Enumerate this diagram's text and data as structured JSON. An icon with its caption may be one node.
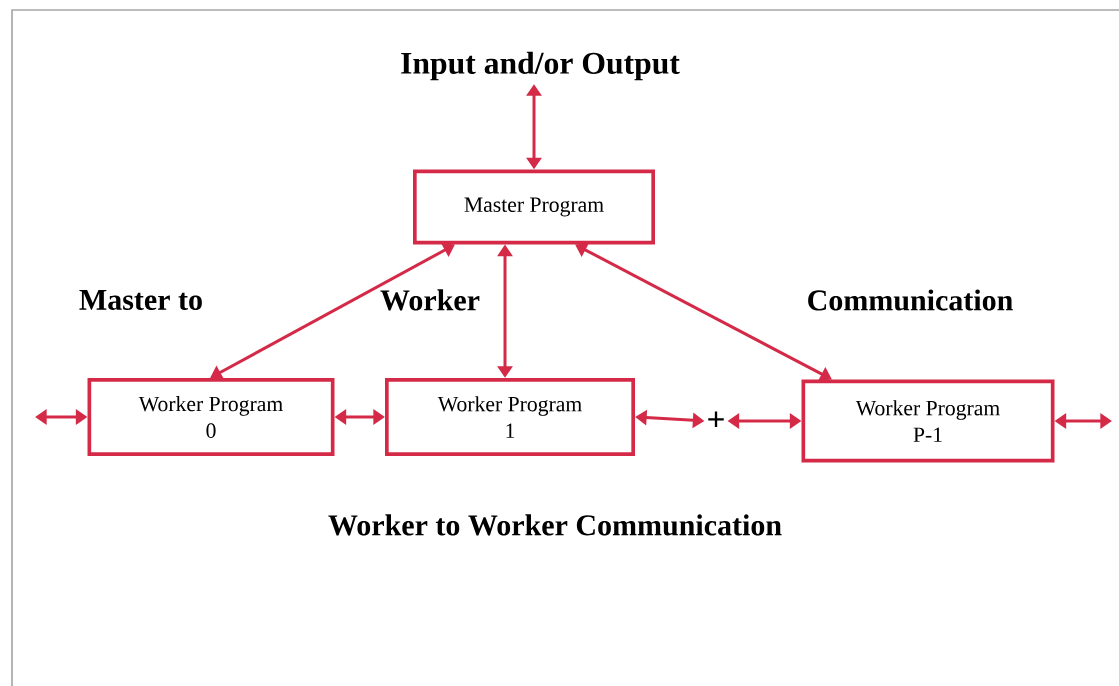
{
  "diagram": {
    "nodes": [
      {
        "text": [
          "Input and/or Output"
        ]
      },
      {
        "text": [
          "Master Program"
        ]
      },
      {
        "text": [
          "Worker Program",
          "0"
        ]
      },
      {
        "text": [
          "Worker Program",
          "1"
        ]
      },
      {
        "text": [
          "+"
        ]
      },
      {
        "text": [
          "Worker Program",
          "P-1"
        ]
      }
    ],
    "edges": [
      {
        "from": 0,
        "to": 1,
        "arrow": "both"
      },
      {
        "from": 1,
        "to": 2,
        "arrow": "both"
      },
      {
        "from": 1,
        "to": 3,
        "arrow": "both"
      },
      {
        "from": 1,
        "to": 5,
        "arrow": "both"
      },
      {
        "from": null,
        "to": 2,
        "arrow": "both"
      },
      {
        "from": 2,
        "to": 3,
        "arrow": "both"
      },
      {
        "from": 3,
        "to": 4,
        "arrow": "both"
      },
      {
        "from": 4,
        "to": 5,
        "arrow": "both"
      },
      {
        "from": 5,
        "to": null,
        "arrow": "both"
      }
    ],
    "labels": [
      "Master to",
      "Worker",
      "Communication",
      "Worker to Worker Communication"
    ]
  }
}
